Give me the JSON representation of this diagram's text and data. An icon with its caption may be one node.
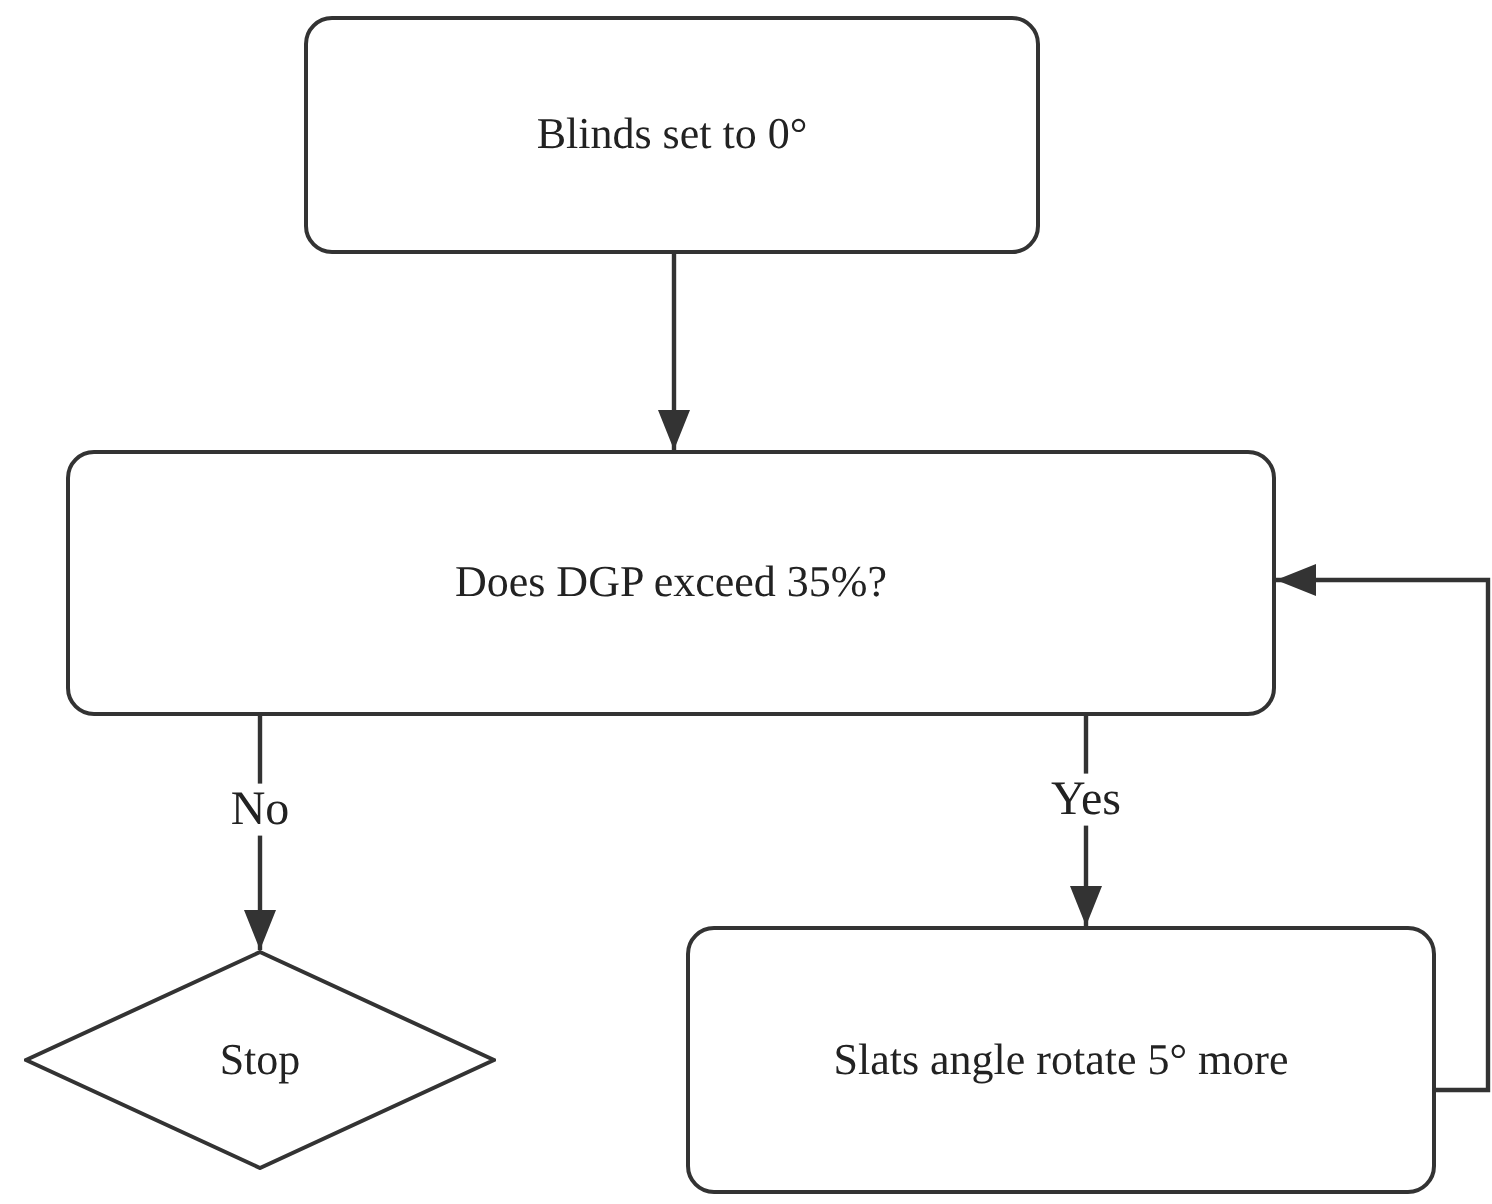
{
  "diagram": {
    "nodes": [
      {
        "text": [
          "Blinds set to 0°"
        ]
      },
      {
        "text": [
          "Does DGP exceed 35%?"
        ]
      },
      {
        "text": [
          "Stop"
        ]
      },
      {
        "text": [
          "Slats angle rotate 5° more"
        ]
      }
    ],
    "edges": [
      {
        "from": 0,
        "to": 1,
        "arrow": "to"
      },
      {
        "from": 1,
        "to": 2,
        "arrow": "to",
        "label": "No"
      },
      {
        "from": 1,
        "to": 3,
        "arrow": "to",
        "label": "Yes"
      },
      {
        "from": 3,
        "to": 1,
        "arrow": "to"
      }
    ]
  }
}
